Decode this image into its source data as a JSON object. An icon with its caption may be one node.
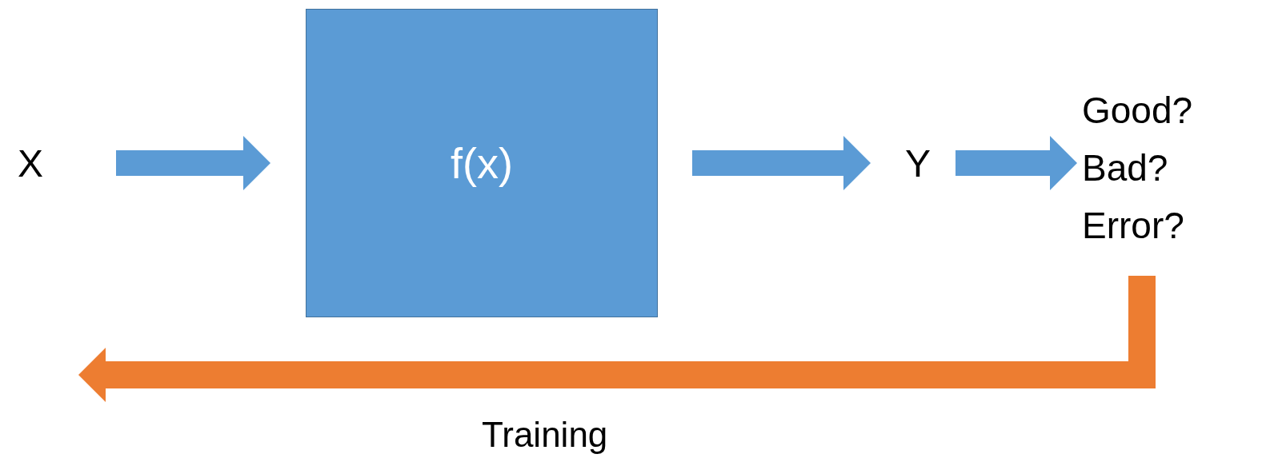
{
  "diagram": {
    "nodes": [
      {
        "text": [
          "X"
        ]
      },
      {
        "text": [
          "f(x)"
        ]
      },
      {
        "text": [
          "Y"
        ]
      },
      {
        "text": [
          "Good? Bad? Error?"
        ]
      }
    ],
    "edges": [
      {
        "from": 0,
        "to": 1,
        "arrow": "to"
      },
      {
        "from": 1,
        "to": 2,
        "arrow": "to"
      },
      {
        "from": 2,
        "to": 3,
        "arrow": "to"
      },
      {
        "from": 3,
        "to": null,
        "arrow": "to",
        "color": "#ed7d31",
        "label": "Training"
      }
    ]
  }
}
